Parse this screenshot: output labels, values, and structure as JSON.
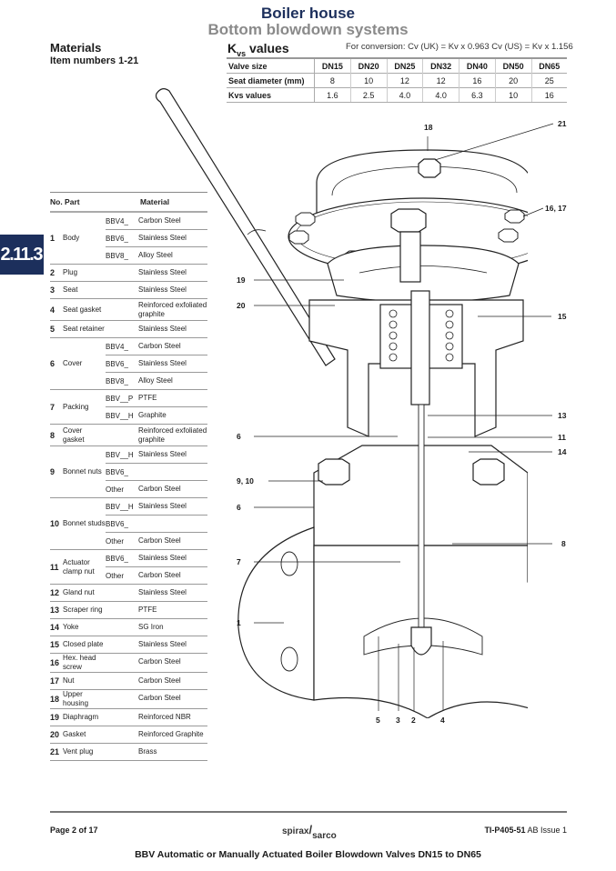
{
  "header": {
    "title": "Boiler house",
    "subtitle": "Bottom blowdown systems"
  },
  "section_tab": "2.11.3",
  "materials": {
    "heading": "Materials",
    "subheading": "Item numbers 1-21",
    "columns": {
      "no_part": "No. Part",
      "material": "Material"
    },
    "items": [
      {
        "no": "1",
        "part": "Body",
        "rows": [
          {
            "code": "BBV4_",
            "material": "Carbon Steel"
          },
          {
            "code": "BBV6_",
            "material": "Stainless Steel"
          },
          {
            "code": "BBV8_",
            "material": "Alloy Steel"
          }
        ]
      },
      {
        "no": "2",
        "part": "Plug",
        "rows": [
          {
            "code": "",
            "material": "Stainless Steel"
          }
        ]
      },
      {
        "no": "3",
        "part": "Seat",
        "rows": [
          {
            "code": "",
            "material": "Stainless Steel"
          }
        ]
      },
      {
        "no": "4",
        "part": "Seat gasket",
        "rows": [
          {
            "code": "",
            "material": "Reinforced exfoliated graphite"
          }
        ]
      },
      {
        "no": "5",
        "part": "Seat retainer",
        "rows": [
          {
            "code": "",
            "material": "Stainless Steel"
          }
        ]
      },
      {
        "no": "6",
        "part": "Cover",
        "rows": [
          {
            "code": "BBV4_",
            "material": "Carbon Steel"
          },
          {
            "code": "BBV6_",
            "material": "Stainless Steel"
          },
          {
            "code": "BBV8_",
            "material": "Alloy Steel"
          }
        ]
      },
      {
        "no": "7",
        "part": "Packing",
        "rows": [
          {
            "code": "BBV__P",
            "material": "PTFE"
          },
          {
            "code": "BBV__H",
            "material": "Graphite"
          }
        ]
      },
      {
        "no": "8",
        "part": "Cover gasket",
        "rows": [
          {
            "code": "",
            "material": "Reinforced exfoliated graphite"
          }
        ]
      },
      {
        "no": "9",
        "part": "Bonnet nuts",
        "rows": [
          {
            "code": "BBV__H",
            "material": "Stainless Steel"
          },
          {
            "code": "BBV6_",
            "material": ""
          },
          {
            "code": "Other",
            "material": "Carbon Steel"
          }
        ]
      },
      {
        "no": "10",
        "part": "Bonnet studs",
        "rows": [
          {
            "code": "BBV__H",
            "material": "Stainless Steel"
          },
          {
            "code": "BBV6_",
            "material": ""
          },
          {
            "code": "Other",
            "material": "Carbon Steel"
          }
        ]
      },
      {
        "no": "11",
        "part": "Actuator clamp nut",
        "rows": [
          {
            "code": "BBV6_",
            "material": "Stainless Steel"
          },
          {
            "code": "Other",
            "material": "Carbon Steel"
          }
        ]
      },
      {
        "no": "12",
        "part": "Gland nut",
        "rows": [
          {
            "code": "",
            "material": "Stainless Steel"
          }
        ]
      },
      {
        "no": "13",
        "part": "Scraper ring",
        "rows": [
          {
            "code": "",
            "material": "PTFE"
          }
        ]
      },
      {
        "no": "14",
        "part": "Yoke",
        "rows": [
          {
            "code": "",
            "material": "SG Iron"
          }
        ]
      },
      {
        "no": "15",
        "part": "Closed plate",
        "rows": [
          {
            "code": "",
            "material": "Stainless Steel"
          }
        ]
      },
      {
        "no": "16",
        "part": "Hex. head screw",
        "rows": [
          {
            "code": "",
            "material": "Carbon Steel"
          }
        ]
      },
      {
        "no": "17",
        "part": "Nut",
        "rows": [
          {
            "code": "",
            "material": "Carbon Steel"
          }
        ]
      },
      {
        "no": "18",
        "part": "Upper housing",
        "rows": [
          {
            "code": "",
            "material": "Carbon Steel"
          }
        ]
      },
      {
        "no": "19",
        "part": "Diaphragm",
        "rows": [
          {
            "code": "",
            "material": "Reinforced NBR"
          }
        ]
      },
      {
        "no": "20",
        "part": "Gasket",
        "rows": [
          {
            "code": "",
            "material": "Reinforced Graphite"
          }
        ]
      },
      {
        "no": "21",
        "part": "Vent plug",
        "rows": [
          {
            "code": "",
            "material": "Brass"
          }
        ]
      }
    ]
  },
  "kvs": {
    "heading_main": "K",
    "heading_sub": "vs",
    "heading_rest": " values",
    "conversion": "For conversion: Cv (UK) = Kv x 0.963 Cv (US) = Kv x 1.156",
    "rows": [
      {
        "label": "Valve size",
        "values": [
          "DN15",
          "DN20",
          "DN25",
          "DN32",
          "DN40",
          "DN50",
          "DN65"
        ]
      },
      {
        "label": "Seat diameter (mm)",
        "values": [
          "8",
          "10",
          "12",
          "12",
          "16",
          "20",
          "25"
        ]
      },
      {
        "label": "Kvs values",
        "values": [
          "1.6",
          "2.5",
          "4.0",
          "4.0",
          "6.3",
          "10",
          "16"
        ]
      }
    ]
  },
  "callouts": {
    "c18": "18",
    "c21": "21",
    "c16_17": "16, 17",
    "c19": "19",
    "c20": "20",
    "c15": "15",
    "c13": "13",
    "c6a": "6",
    "c11": "11",
    "c14": "14",
    "c9_10": "9, 10",
    "c6b": "6",
    "c8": "8",
    "c7": "7",
    "c1": "1",
    "c5": "5",
    "c3": "3",
    "c2": "2",
    "c4": "4"
  },
  "footer": {
    "page": "Page 2 of 17",
    "logo_top": "spirax",
    "logo_bottom": "sarco",
    "ref_bold": "TI-P405-51",
    "ref_rest": " AB Issue 1",
    "title": "BBV Automatic or Manually Actuated Boiler Blowdown Valves DN15 to DN65"
  }
}
